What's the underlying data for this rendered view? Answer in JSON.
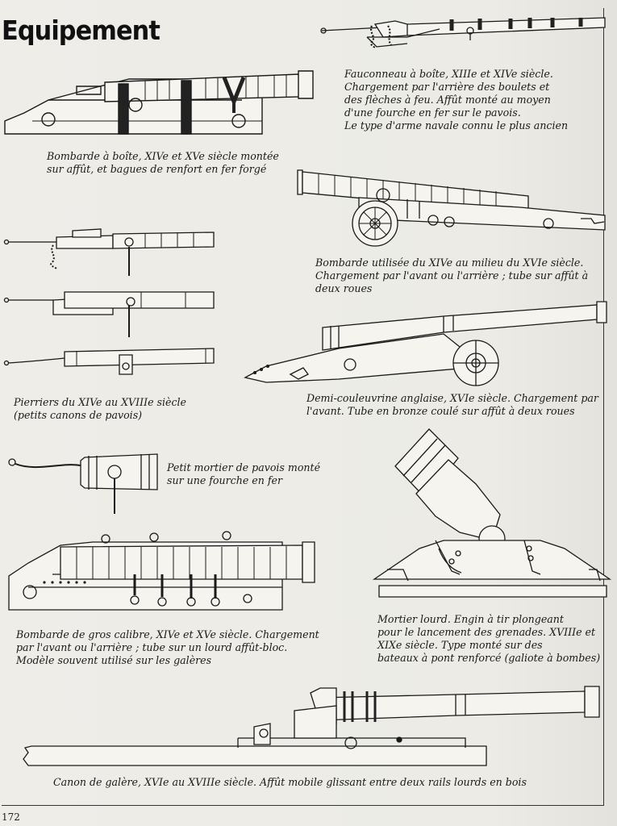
{
  "page": {
    "title": "Equipement",
    "page_number": "172"
  },
  "captions": {
    "bombarde_boite": [
      "Bombarde à boîte, XIVe et XVe siècle montée",
      "sur affût, et bagues de renfort en fer forgé"
    ],
    "fauconneau": [
      "Fauconneau à boîte, XIIIe et XIVe siècle.",
      "Chargement par l'arrière des boulets et",
      "des flèches à feu. Affût monté au moyen",
      "d'une fourche en fer sur le pavois.",
      "Le type d'arme navale connu le plus ancien"
    ],
    "bombarde_roues": [
      "Bombarde utilisée du XIVe au milieu du XVIe siècle.",
      "Chargement par l'avant ou l'arrière ; tube sur affût à",
      "deux roues"
    ],
    "pierriers": [
      "Pierriers du XIVe au XVIIIe siècle",
      "(petits canons de pavois)"
    ],
    "demi_couleuvrine": [
      "Demi-couleuvrine anglaise, XVIe siècle. Chargement par",
      "l'avant. Tube en bronze coulé sur affût à deux roues"
    ],
    "petit_mortier": [
      "Petit mortier de pavois monté",
      "sur une fourche en fer"
    ],
    "bombarde_gros": [
      "Bombarde de gros calibre, XIVe et XVe siècle. Chargement",
      "par l'avant ou l'arrière ; tube sur un lourd affût-bloc.",
      "Modèle souvent utilisé sur les galères"
    ],
    "mortier_lourd": [
      "Mortier lourd. Engin à tir plongeant",
      "pour le lancement des grenades. XVIIIe et",
      "XIXe siècle. Type monté sur des",
      "bateaux à pont renforcé (galiote à bombes)"
    ],
    "canon_galere": [
      "Canon de galère, XVIe au XVIIIe siècle. Affût mobile glissant entre deux rails lourds en bois"
    ]
  }
}
